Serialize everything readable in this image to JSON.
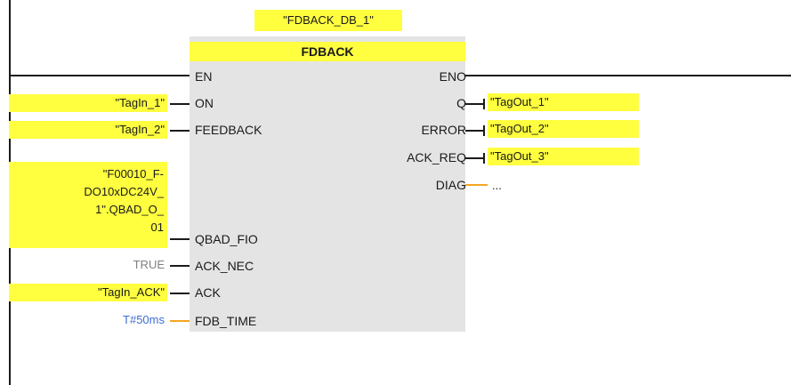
{
  "instance_db": "\"FDBACK_DB_1\"",
  "block_title": "FDBACK",
  "inputs": [
    {
      "pin": "EN"
    },
    {
      "pin": "ON",
      "operand": "\"TagIn_1\""
    },
    {
      "pin": "FEEDBACK",
      "operand": "\"TagIn_2\""
    },
    {
      "pin": "QBAD_FIO",
      "operand_lines": [
        "\"F00010_F-",
        "DO10xDC24V_",
        "1\".QBAD_O_",
        "01"
      ]
    },
    {
      "pin": "ACK_NEC",
      "operand": "TRUE"
    },
    {
      "pin": "ACK",
      "operand": "\"TagIn_ACK\""
    },
    {
      "pin": "FDB_TIME",
      "operand": "T#50ms"
    }
  ],
  "outputs": [
    {
      "pin": "ENO"
    },
    {
      "pin": "Q",
      "operand": "\"TagOut_1\""
    },
    {
      "pin": "ERROR",
      "operand": "\"TagOut_2\""
    },
    {
      "pin": "ACK_REQ",
      "operand": "\"TagOut_3\""
    },
    {
      "pin": "DIAG",
      "operand": "..."
    }
  ],
  "colors": {
    "operand_highlight": "#ffff40",
    "block_body": "#e4e4e4",
    "time_wire": "#f5a623",
    "constant_gray": "#808080",
    "time_literal_blue": "#3c6ed6"
  }
}
